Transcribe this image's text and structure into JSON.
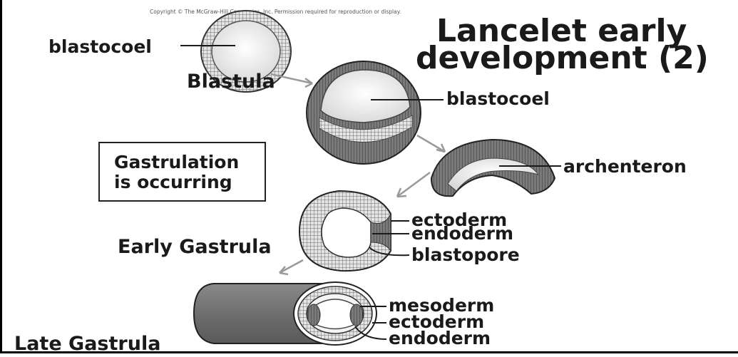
{
  "copyright": "Copyright © The McGraw-Hill Companies, Inc. Permission required for reproduction or display.",
  "title": {
    "line1": "Lancelet early",
    "line2": "development (2)"
  },
  "callout": {
    "line1": "Gastrulation",
    "line2": "is occurring"
  },
  "stages": {
    "blastula": "Blastula",
    "early_gastrula": "Early Gastrula",
    "late_gastrula": "Late Gastrula"
  },
  "labels": {
    "blastocoel_1": "blastocoel",
    "blastocoel_2": "blastocoel",
    "archenteron": "archenteron",
    "ectoderm_1": "ectoderm",
    "endoderm_1": "endoderm",
    "blastopore": "blastopore",
    "mesoderm": "mesoderm",
    "ectoderm_2": "ectoderm",
    "endoderm_2": "endoderm"
  }
}
